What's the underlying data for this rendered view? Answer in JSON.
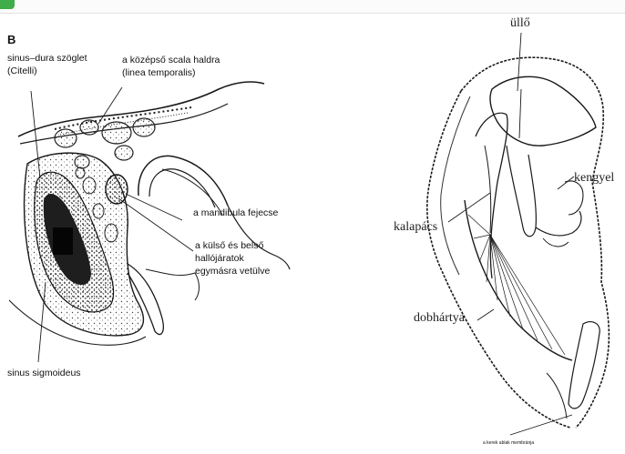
{
  "colors": {
    "tab_accent": "#3fae49",
    "ink": "#1a1a1a"
  },
  "left_figure": {
    "panel_letter": "B",
    "labels": {
      "sinus_dura": "sinus–dura szöglet",
      "citelli": "(Citelli)",
      "kozepso_1": "a középső scala haldra",
      "kozepso_2": "(linea temporalis)",
      "mandibula": "a mandibula fejecse",
      "halloj_1": "a külső és belső",
      "halloj_2": "hallójáratok",
      "halloj_3": "egymásra vetülve",
      "sinus_sigmoideus": "sinus sigmoideus"
    }
  },
  "right_figure": {
    "labels": {
      "ullo": "üllő",
      "kengyel": "kengyel",
      "kalapacs": "kalapács",
      "dobhartya": "dobhártya",
      "bottom_small": "a kerek ablak membránja"
    }
  }
}
